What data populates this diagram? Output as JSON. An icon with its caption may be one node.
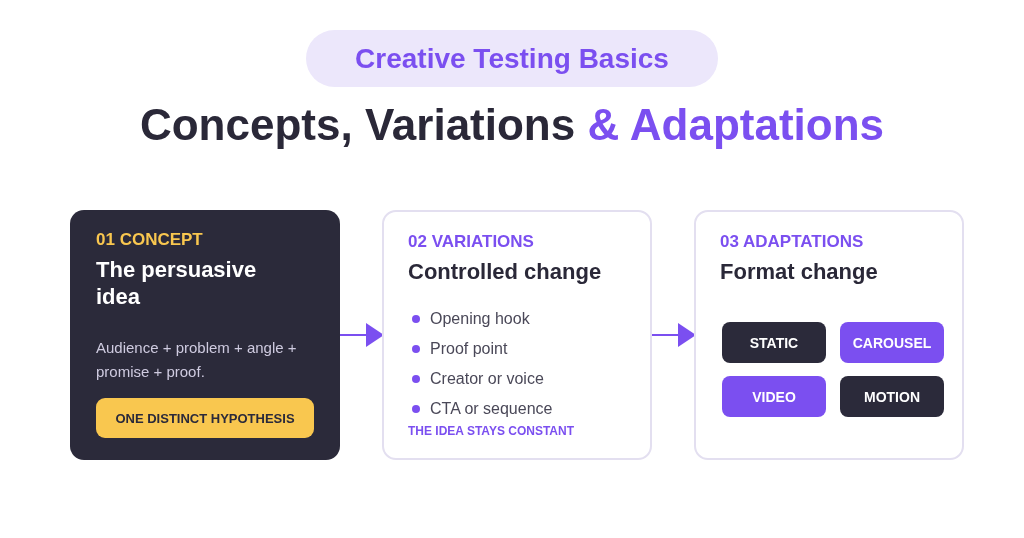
{
  "diagram": {
    "title": "Creative Testing Basics",
    "nodes": [
      {
        "text": [
          "01 CONCEPT",
          "The persuasive idea",
          "Audience + problem + angle + promise + proof."
        ]
      },
      {
        "text": [
          "ONE DISTINCT HYPOTHESIS"
        ],
        "in": 0
      },
      {
        "text": [
          "02 VARIATIONS",
          "Controlled change",
          "Opening hook",
          "Proof point",
          "Creator or voice",
          "CTA or sequence",
          "THE IDEA STAYS CONSTANT"
        ]
      },
      {
        "text": [
          "03 ADAPTATIONS",
          "Format change"
        ]
      },
      {
        "text": [
          "STATIC"
        ],
        "in": 3
      },
      {
        "text": [
          "CAROUSEL"
        ],
        "in": 3
      },
      {
        "text": [
          "VIDEO"
        ],
        "in": 3
      },
      {
        "text": [
          "MOTION"
        ],
        "in": 3
      }
    ],
    "edges": [
      {
        "from": 0,
        "to": 2,
        "arrow": "to"
      },
      {
        "from": 2,
        "to": 3,
        "arrow": "to"
      }
    ],
    "labels": [
      "Concepts, Variations",
      "& Adaptations"
    ]
  }
}
